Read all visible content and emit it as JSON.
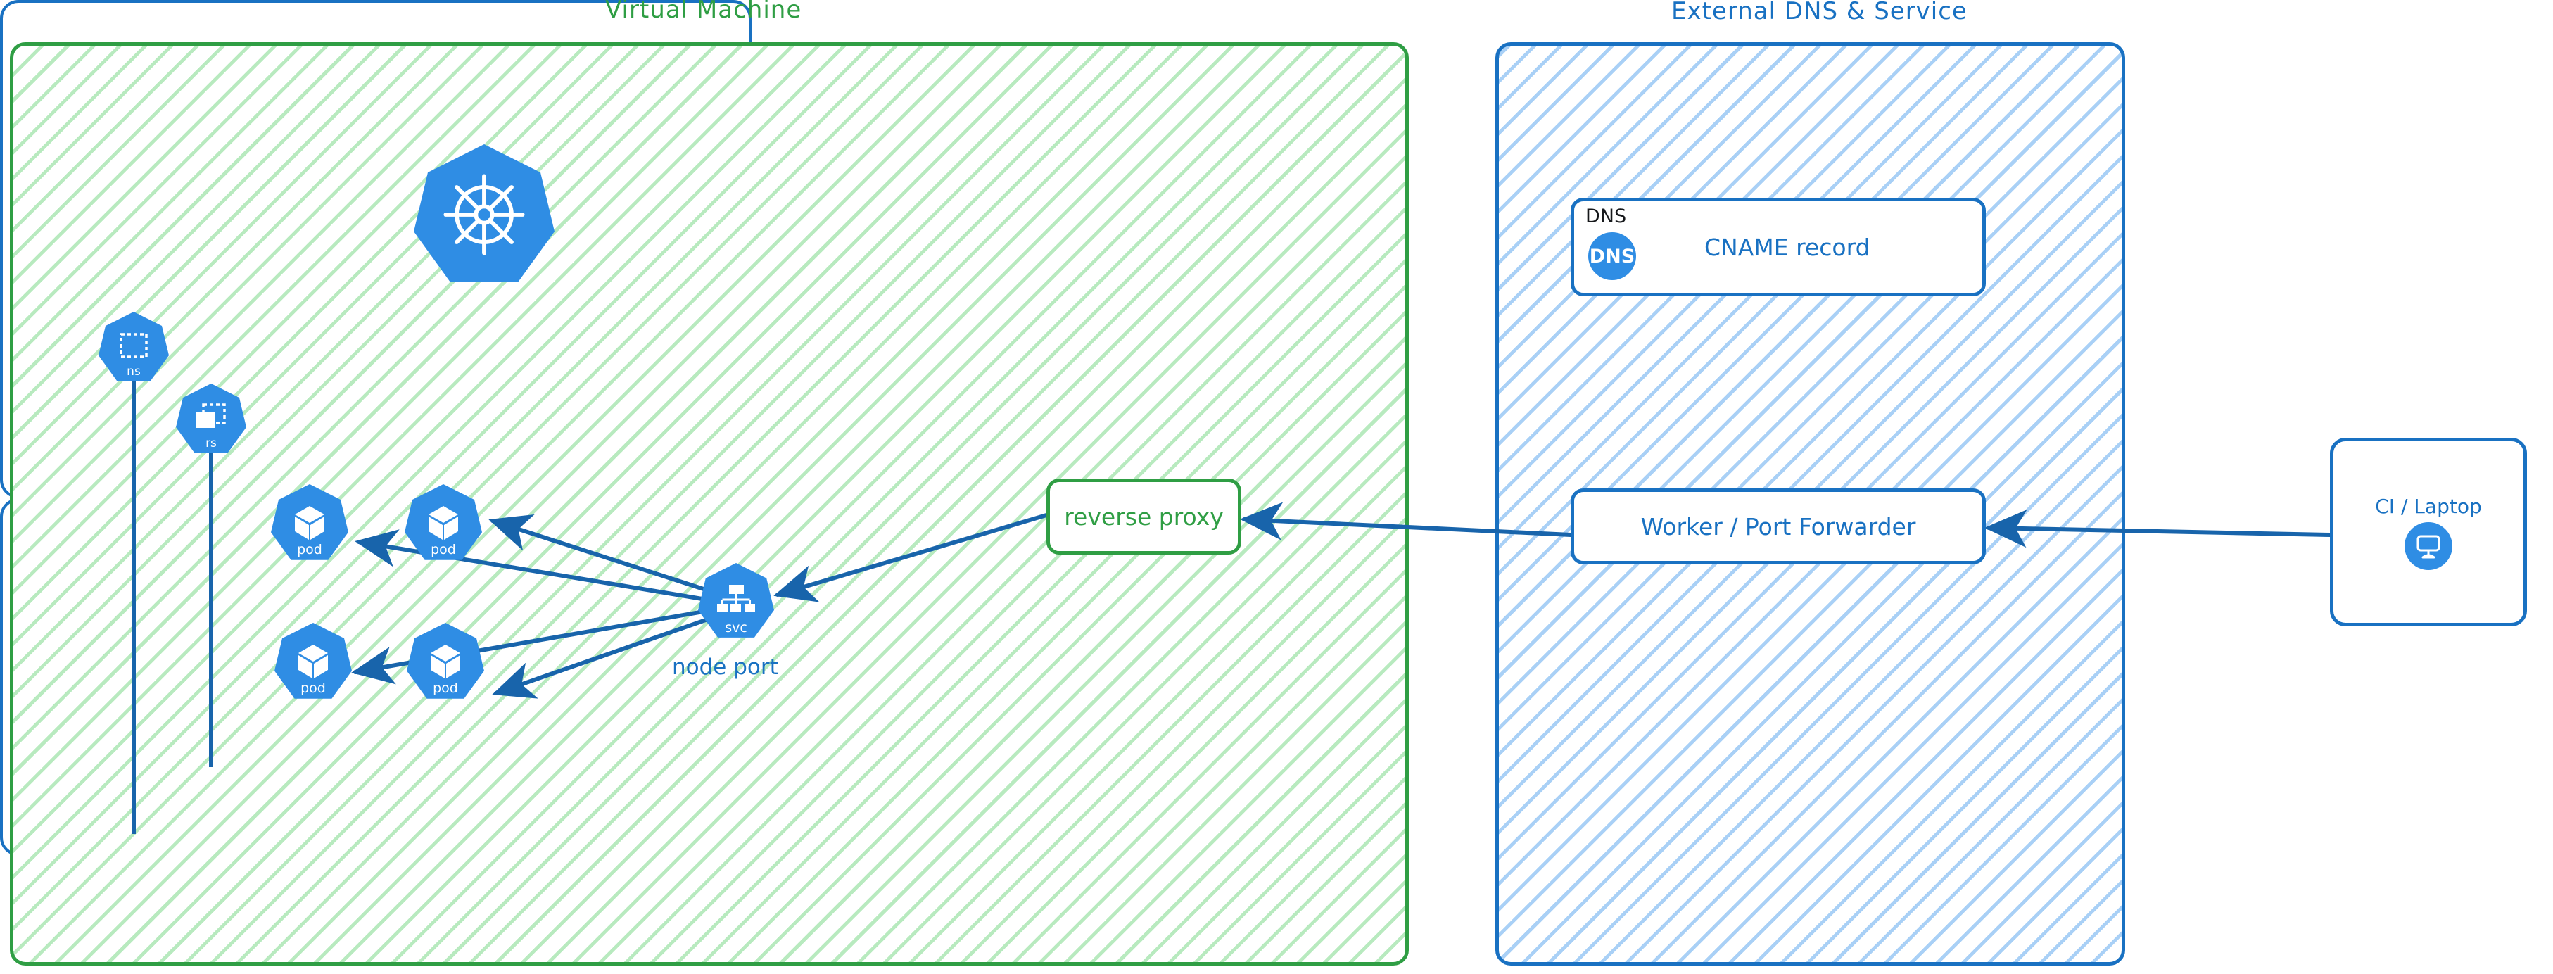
{
  "groups": {
    "vm": {
      "title": "Virtual Machine",
      "color": "#2f9e44"
    },
    "dns": {
      "title": "External DNS & Service",
      "color": "#1971c2"
    }
  },
  "k8s": {
    "logo_name": "kubernetes-logo",
    "namespace_label": "ns",
    "replicaset_label": "rs",
    "service_label": "svc",
    "node_port_label": "node port",
    "pods": [
      {
        "label": "pod"
      },
      {
        "label": "pod"
      },
      {
        "label": "pod"
      },
      {
        "label": "pod"
      }
    ]
  },
  "boxes": {
    "reverse_proxy": {
      "label": "reverse proxy",
      "color": "#2f9e44"
    },
    "cname": {
      "tag": "DNS",
      "badge": "DNS",
      "label": "CNAME record",
      "color": "#1971c2"
    },
    "worker": {
      "label": "Worker / Port Forwarder",
      "color": "#1971c2"
    },
    "ci": {
      "label": "CI / Laptop",
      "color": "#1971c2",
      "icon": "desktop-monitor-icon"
    }
  },
  "connections": [
    {
      "from": "svc",
      "to": "pod-1"
    },
    {
      "from": "svc",
      "to": "pod-2"
    },
    {
      "from": "svc",
      "to": "pod-3"
    },
    {
      "from": "svc",
      "to": "pod-4"
    },
    {
      "from": "reverse-proxy",
      "to": "svc"
    },
    {
      "from": "worker",
      "to": "reverse-proxy"
    },
    {
      "from": "ci-laptop",
      "to": "worker"
    }
  ]
}
